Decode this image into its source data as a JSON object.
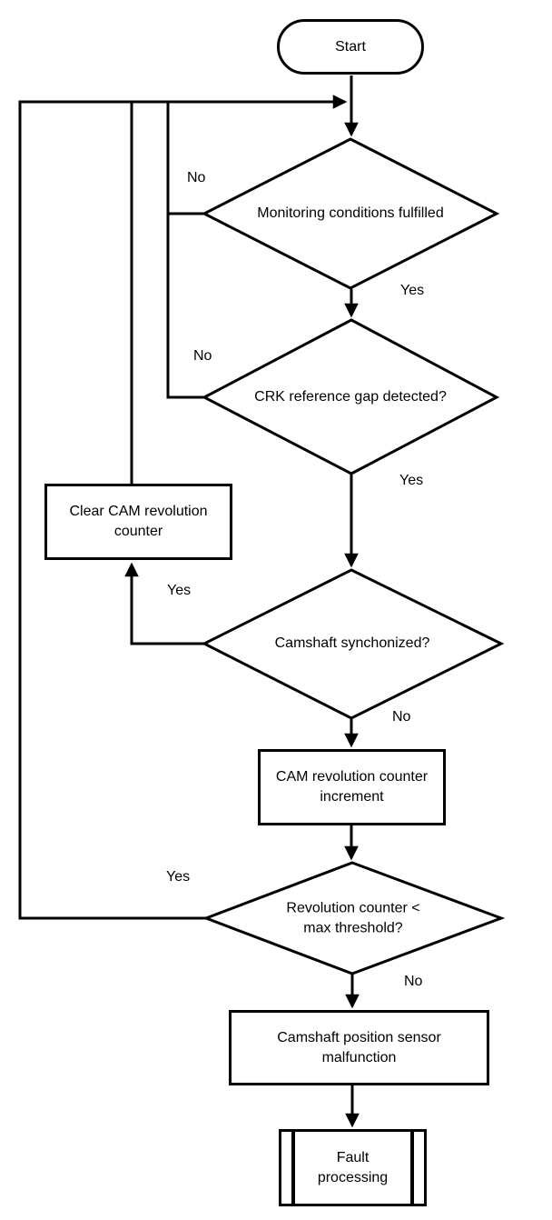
{
  "diagram": {
    "type": "flowchart",
    "background_color": "#ffffff",
    "line_color": "#000000",
    "text_color": "#000000",
    "nodes": {
      "start": {
        "type": "terminator",
        "label": "Start"
      },
      "monitoring": {
        "type": "decision",
        "label": "Monitoring conditions fulfilled"
      },
      "crk_gap": {
        "type": "decision",
        "label": "CRK reference gap detected?"
      },
      "clear_counter": {
        "type": "process",
        "label": "Clear CAM revolution\ncounter"
      },
      "camshaft_sync": {
        "type": "decision",
        "label": "Camshaft synchonized?"
      },
      "counter_increment": {
        "type": "process",
        "label": "CAM revolution counter\nincrement"
      },
      "threshold_check": {
        "type": "decision",
        "label": "Revolution counter <\nmax threshold?"
      },
      "sensor_malfunction": {
        "type": "process",
        "label": "Camshaft position sensor\nmalfunction"
      },
      "fault_processing": {
        "type": "predefined_process",
        "label": "Fault\nprocessing"
      }
    },
    "edges": {
      "monitoring_no": {
        "label": "No"
      },
      "monitoring_yes": {
        "label": "Yes"
      },
      "crk_no": {
        "label": "No"
      },
      "crk_yes": {
        "label": "Yes"
      },
      "sync_yes": {
        "label": "Yes"
      },
      "sync_no": {
        "label": "No"
      },
      "threshold_yes": {
        "label": "Yes"
      },
      "threshold_no": {
        "label": "No"
      }
    }
  }
}
